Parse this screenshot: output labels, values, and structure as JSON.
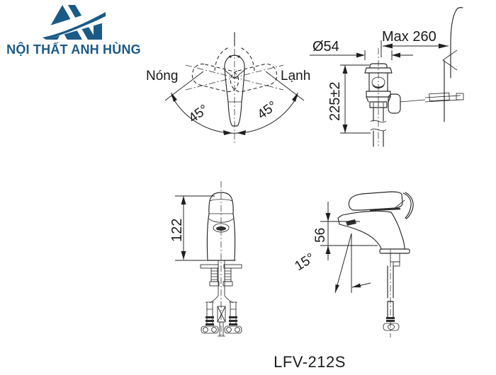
{
  "brand": {
    "name": "NỘI THẤT ANH HÙNG",
    "logo_icon": "ah-monogram-icon",
    "color": "#1a5a87"
  },
  "product": {
    "model": "LFV-212S"
  },
  "top_view_diagram": {
    "hot_label": "Nóng",
    "cold_label": "Lạnh",
    "angle_left": "45°",
    "angle_right": "45°"
  },
  "drain_diagram": {
    "diameter_label": "Ø54",
    "max_reach_label": "Max 260",
    "height_label": "225±2"
  },
  "front_view_diagram": {
    "height_label": "122"
  },
  "side_view_diagram": {
    "spout_height_label": "56",
    "spout_angle_label": "15°"
  }
}
